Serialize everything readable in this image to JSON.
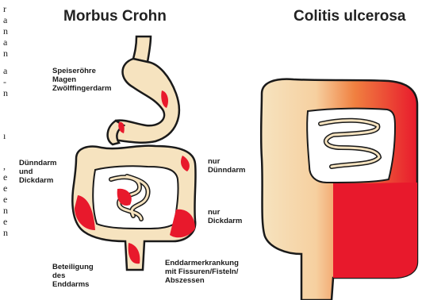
{
  "cropped_text_left": [
    "r",
    "a",
    "n",
    "a",
    "n",
    "a",
    "-",
    "n",
    "ı",
    ",",
    "e",
    "e",
    "e",
    "n",
    "e",
    "n"
  ],
  "titles": {
    "left": "Morbus Crohn",
    "right": "Colitis ulcerosa"
  },
  "labels": {
    "upper_gi": [
      "Speiseröhre",
      "Magen",
      "Zwölffingerdarm"
    ],
    "small_and_large": [
      "Dünndarm",
      "und",
      "Dickdarm"
    ],
    "only_small": [
      "nur",
      "Dünndarm"
    ],
    "only_large": [
      "nur",
      "Dickdarm"
    ],
    "rectum": [
      "Beteiligung",
      "des",
      "Enddarms"
    ],
    "anal": [
      "Enddarmerkrankung",
      "mit Fissuren/Fisteln/",
      "Abszessen"
    ]
  },
  "colors": {
    "tissue": "#f6e3bf",
    "outline": "#1a1a1a",
    "inflamed": "#e8192c",
    "transition": "#f08040"
  }
}
